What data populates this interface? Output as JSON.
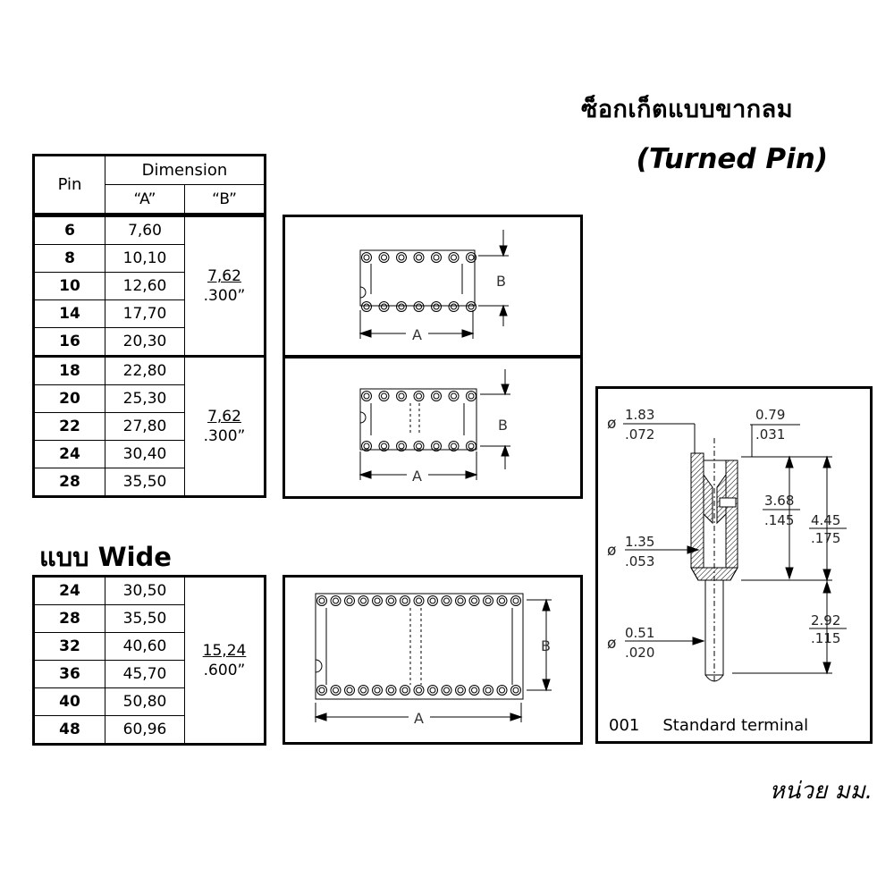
{
  "title_thai": "ซ็อกเก็ตแบบขากลม",
  "title_english": "(Turned Pin)",
  "table_header": {
    "pin": "Pin",
    "dimension": "Dimension",
    "col_a": "“A”",
    "col_b": "“B”"
  },
  "group_1": {
    "rows": [
      {
        "pin": "6",
        "a": "7,60"
      },
      {
        "pin": "8",
        "a": "10,10"
      },
      {
        "pin": "10",
        "a": "12,60"
      },
      {
        "pin": "14",
        "a": "17,70"
      },
      {
        "pin": "16",
        "a": "20,30"
      }
    ],
    "b_mm": "7,62",
    "b_in": ".300”"
  },
  "group_2": {
    "rows": [
      {
        "pin": "18",
        "a": "22,80"
      },
      {
        "pin": "20",
        "a": "25,30"
      },
      {
        "pin": "22",
        "a": "27,80"
      },
      {
        "pin": "24",
        "a": "30,40"
      },
      {
        "pin": "28",
        "a": "35,50"
      }
    ],
    "b_mm": "7,62",
    "b_in": ".300”"
  },
  "wide_label": "แบบ Wide",
  "group_wide": {
    "rows": [
      {
        "pin": "24",
        "a": "30,50"
      },
      {
        "pin": "28",
        "a": "35,50"
      },
      {
        "pin": "32",
        "a": "40,60"
      },
      {
        "pin": "36",
        "a": "45,70"
      },
      {
        "pin": "40",
        "a": "50,80"
      },
      {
        "pin": "48",
        "a": "60,96"
      }
    ],
    "b_mm": "15,24",
    "b_in": ".600”"
  },
  "diagram_labels": {
    "a": "A",
    "b": "B"
  },
  "terminal": {
    "d1_mm": "1.83",
    "d1_in": ".072",
    "top_mm": "0.79",
    "top_in": ".031",
    "mid_mm": "3.68",
    "mid_in": ".145",
    "total_mm": "4.45",
    "total_in": ".175",
    "d2_mm": "1.35",
    "d2_in": ".053",
    "tail_mm": "2.92",
    "tail_in": ".115",
    "d3_mm": "0.51",
    "d3_in": ".020",
    "diameter_symbol": "ø",
    "code": "001",
    "caption": "Standard terminal"
  },
  "unit_note": "หน่วย มม."
}
